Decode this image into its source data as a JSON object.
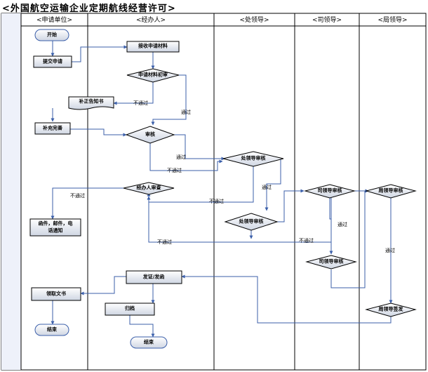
{
  "title": "<外国航空运输企业定期航线经营许可>",
  "lanes": [
    "<申请单位>",
    "<经办人>",
    "<处领导>",
    "<司领导>",
    "<局领导>"
  ],
  "nodes": {
    "start": "开始",
    "submit": "提交申请",
    "receive": "接收申请材料",
    "precheck": "申请材料初审",
    "notice": "补正告知书",
    "supplement": "补充完善",
    "review": "审核",
    "section_review": "处领导审核",
    "handler_review": "经办人审查",
    "section_approve": "处领导审核",
    "dept_review": "司领导审核",
    "bureau_review": "局领导审核",
    "dept_approve": "司领导审核",
    "bureau_sign": "局领导签发",
    "notify": "函件，邮件，电话通知",
    "notify_line1": "函件，邮件，电",
    "notify_line2": "话通知",
    "issue": "发证/发函",
    "receive_doc": "领取文书",
    "archive": "归档",
    "end1": "结束",
    "end2": "结束"
  },
  "edges": {
    "fail1": "不通过",
    "pass1": "通过",
    "pass2": "通过",
    "fail2": "不通过",
    "fail3": "不通过",
    "fail4": "不通过",
    "pass3": "通过",
    "fail5": "不通过",
    "fail6": "不通过",
    "pass4": "通过",
    "pass5": "通过"
  }
}
